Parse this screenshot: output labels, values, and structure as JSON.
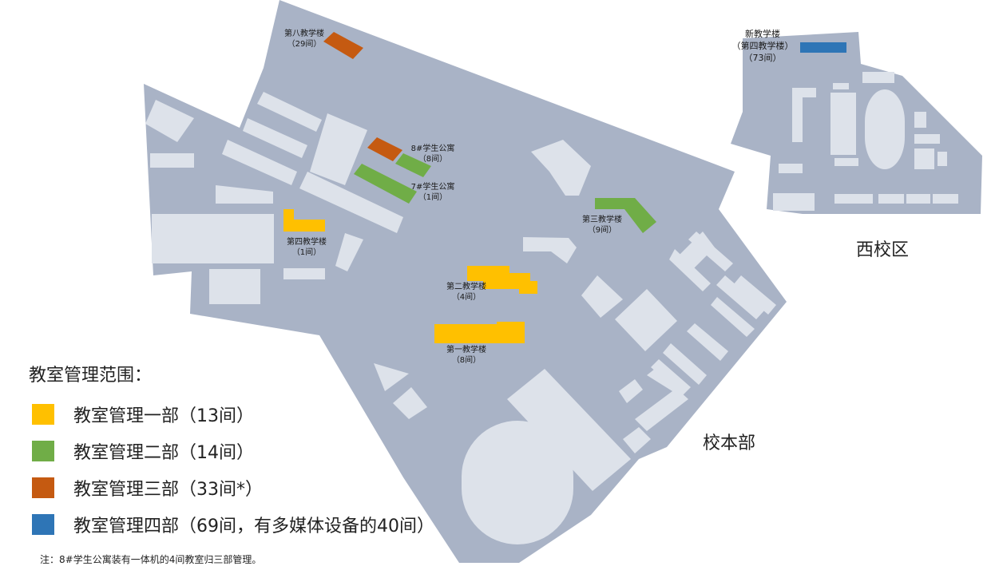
{
  "colors": {
    "campus_fill": "#a9b3c6",
    "building_fill": "#dde2ea",
    "dept1": "#ffc000",
    "dept2": "#70ad47",
    "dept3": "#c55a11",
    "dept4": "#2e75b6"
  },
  "campus_labels": {
    "main": "校本部",
    "west": "西校区"
  },
  "buildings": {
    "b8": {
      "name": "第八教学楼",
      "count": "（29间）"
    },
    "dorm8": {
      "name": "8#学生公寓",
      "count": "（8间）"
    },
    "dorm7": {
      "name": "7#学生公寓",
      "count": "（1间）"
    },
    "b4": {
      "name": "第四教学楼",
      "count": "（1间）"
    },
    "b3": {
      "name": "第三教学楼",
      "count": "（9间）"
    },
    "b2": {
      "name": "第二教学楼",
      "count": "（4间）"
    },
    "b1": {
      "name": "第一教学楼",
      "count": "（8间）"
    },
    "new": {
      "name": "新教学楼",
      "sub": "（第四教学楼）",
      "count": "（73间）"
    }
  },
  "legend": {
    "title": "教室管理范围：",
    "items": [
      {
        "label": "教室管理一部（13间）",
        "color": "#ffc000"
      },
      {
        "label": "教室管理二部（14间）",
        "color": "#70ad47"
      },
      {
        "label": "教室管理三部（33间*）",
        "color": "#c55a11"
      },
      {
        "label": "教室管理四部（69间，有多媒体设备的40间）",
        "color": "#2e75b6"
      }
    ]
  },
  "footnote": "注：8#学生公寓装有一体机的4间教室归三部管理。"
}
